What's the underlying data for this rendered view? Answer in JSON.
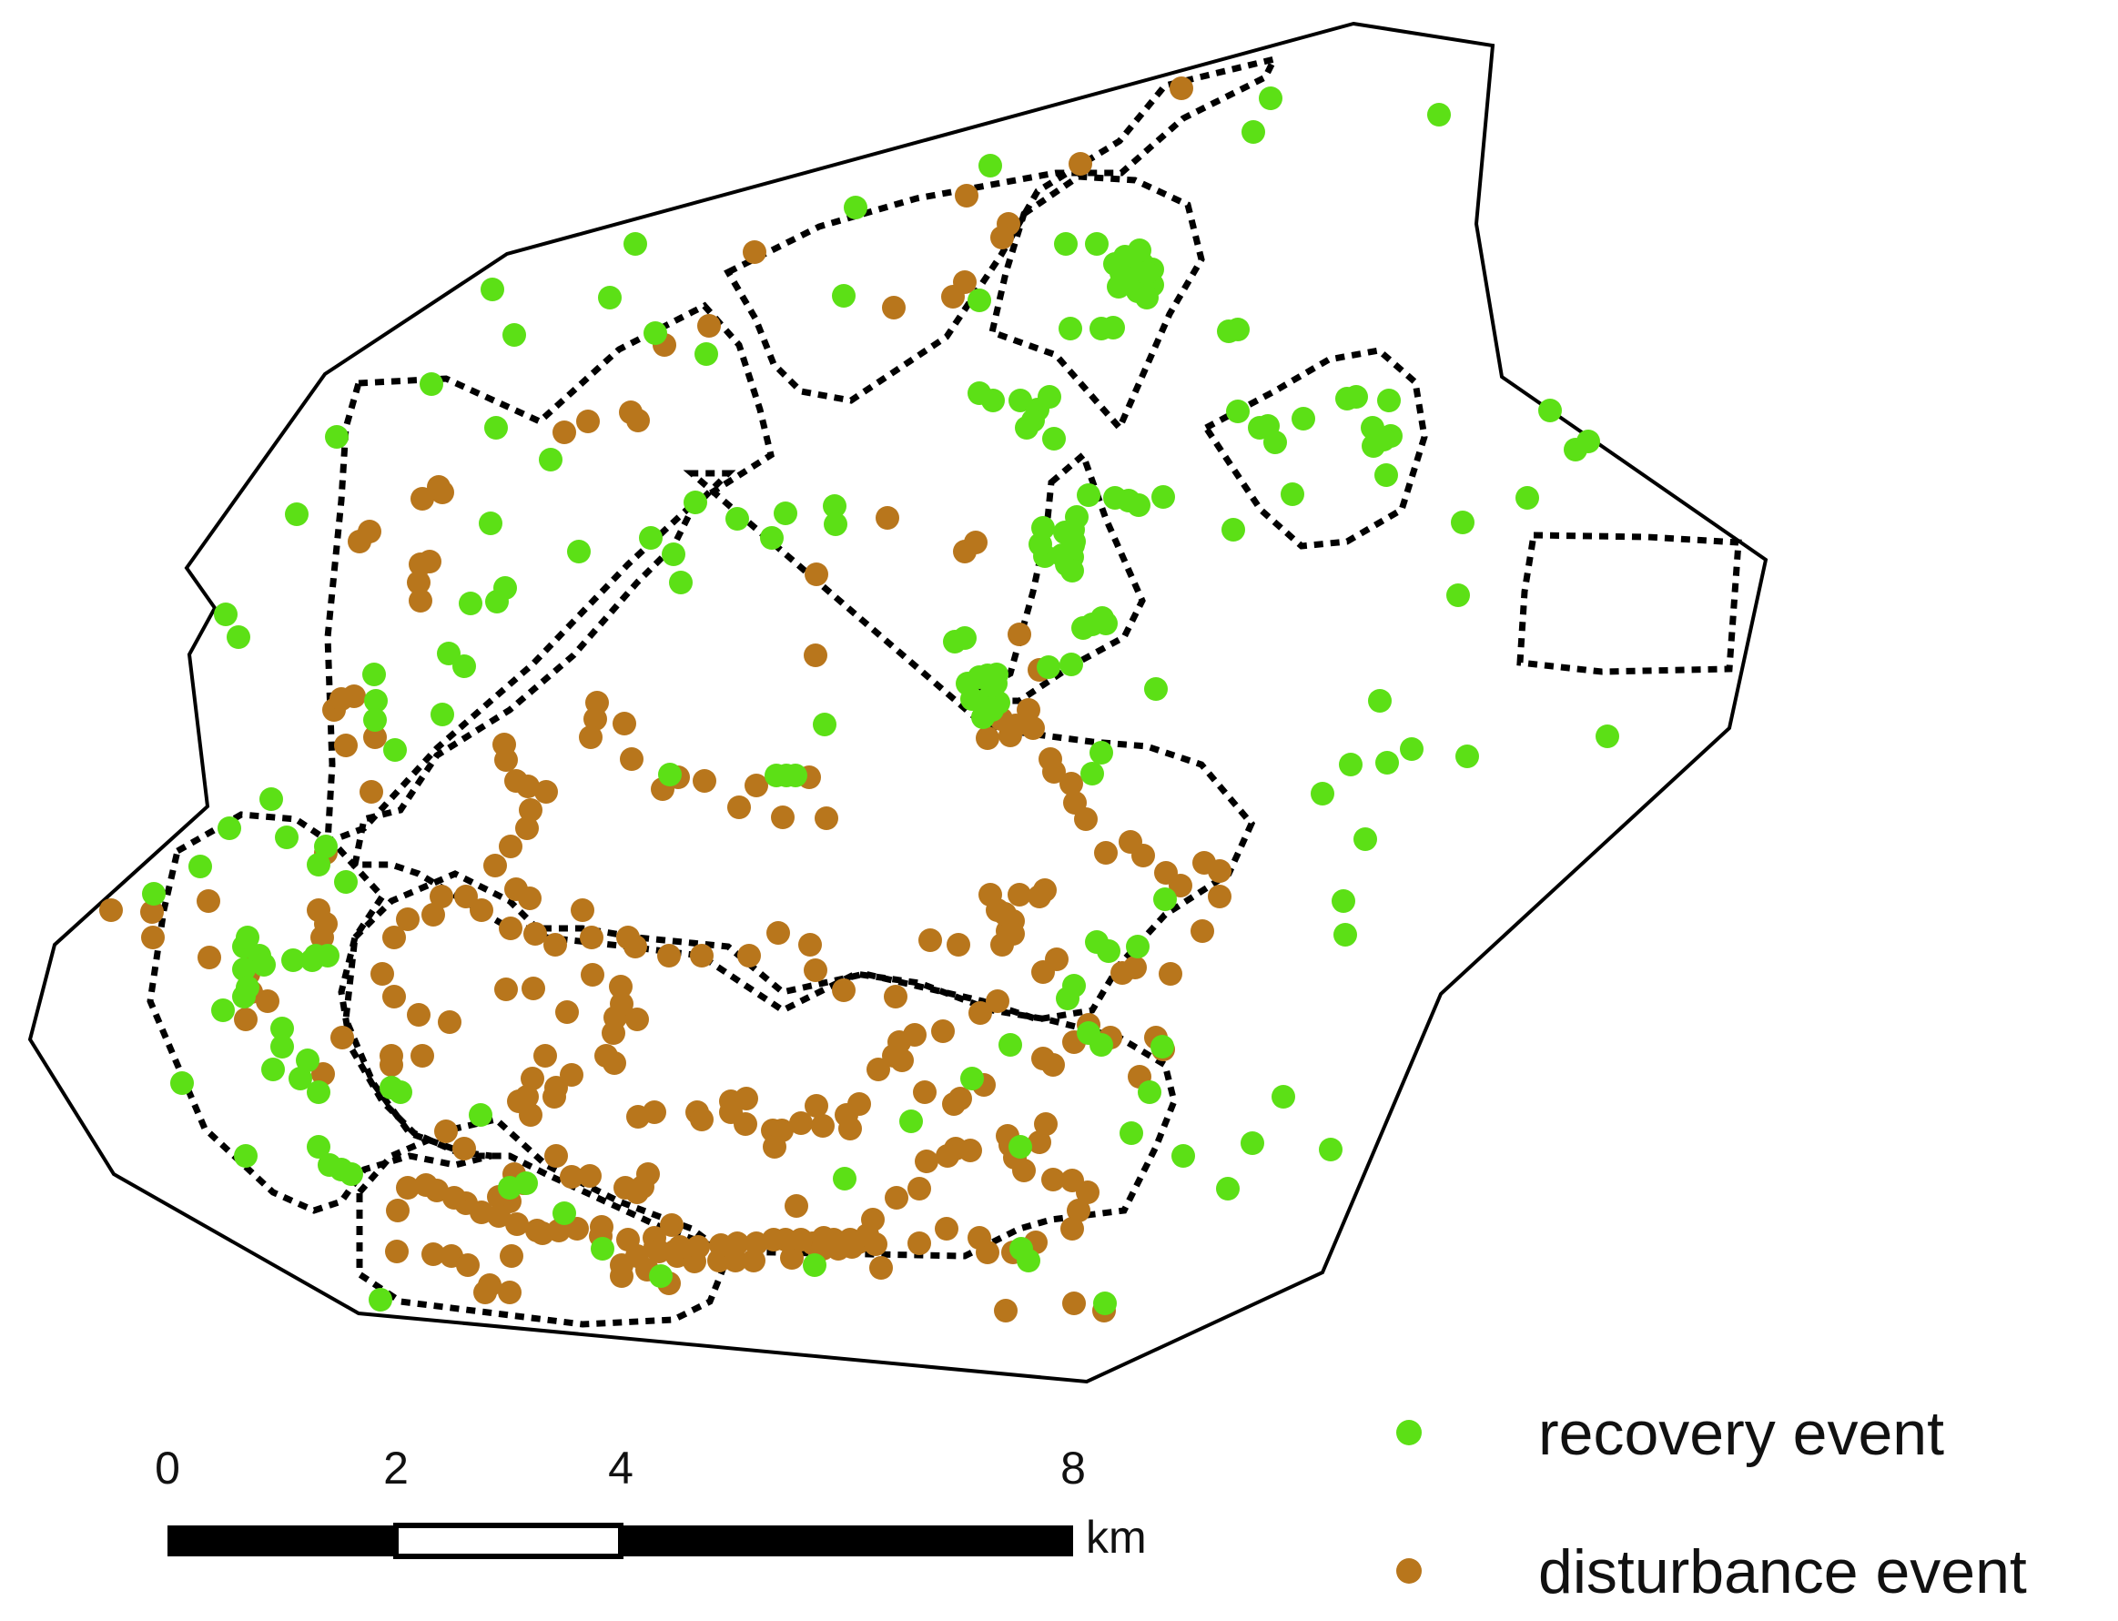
{
  "colors": {
    "recovery": "#5ce016",
    "disturbance": "#b8761c",
    "outline": "#000000",
    "zone_border": "#000000",
    "background": "#ffffff"
  },
  "legend": {
    "position": "bottom-right",
    "items": [
      {
        "key": "recovery",
        "label": "recovery event"
      },
      {
        "key": "disturbance",
        "label": "disturbance event"
      }
    ]
  },
  "scale_bar": {
    "unit": "km",
    "ticks": [
      "0",
      "2",
      "4",
      "8"
    ],
    "segments": [
      "black",
      "white",
      "black"
    ]
  },
  "map": {
    "event_counts_note": "",
    "boundary": "solid",
    "zones": "dotted"
  }
}
